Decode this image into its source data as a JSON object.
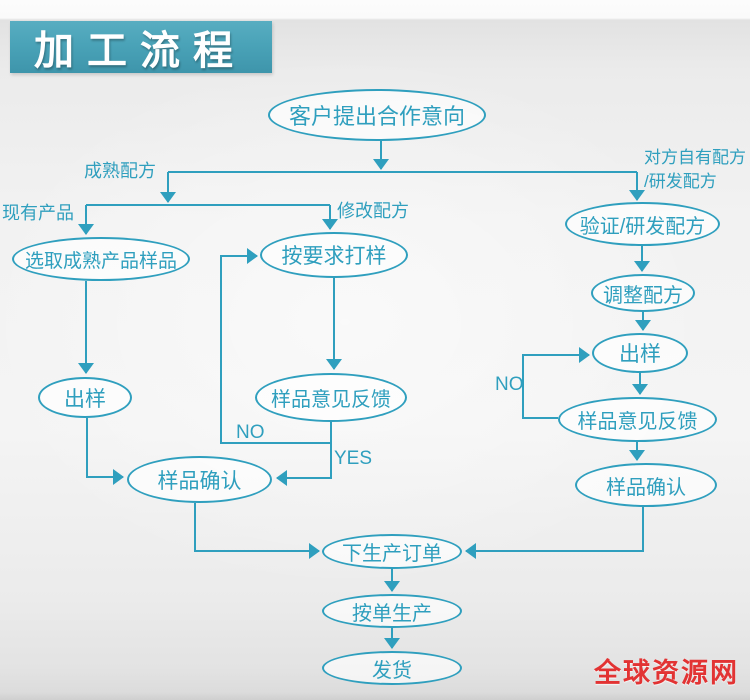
{
  "title": {
    "text": "加工流程"
  },
  "colors": {
    "accent_teal": "#2F9FBE",
    "banner_teal": "#48A2B8",
    "watermark_red": "#E23333"
  },
  "flow": {
    "nodes": {
      "customer_intent": "客户提出合作意向",
      "select_mature_sample": "选取成熟产品样品",
      "sample_per_request": "按要求打样",
      "verify_develop_formula": "验证/研发配方",
      "adjust_formula": "调整配方",
      "sample_out_left": "出样",
      "sample_out_right": "出样",
      "feedback_middle": "样品意见反馈",
      "feedback_right": "样品意见反馈",
      "confirm_left": "样品确认",
      "confirm_right": "样品确认",
      "place_order": "下生产订单",
      "produce_per_order": "按单生产",
      "ship": "发货"
    },
    "edge_labels": {
      "mature_formula": "成熟配方",
      "existing_product": "现有产品",
      "modify_formula": "修改配方",
      "own_formula_line1": "对方自有配方",
      "own_formula_line2": "/研发配方",
      "no_middle": "NO",
      "yes_middle": "YES",
      "no_right": "NO"
    }
  },
  "watermark": {
    "text": "全球资源网"
  }
}
